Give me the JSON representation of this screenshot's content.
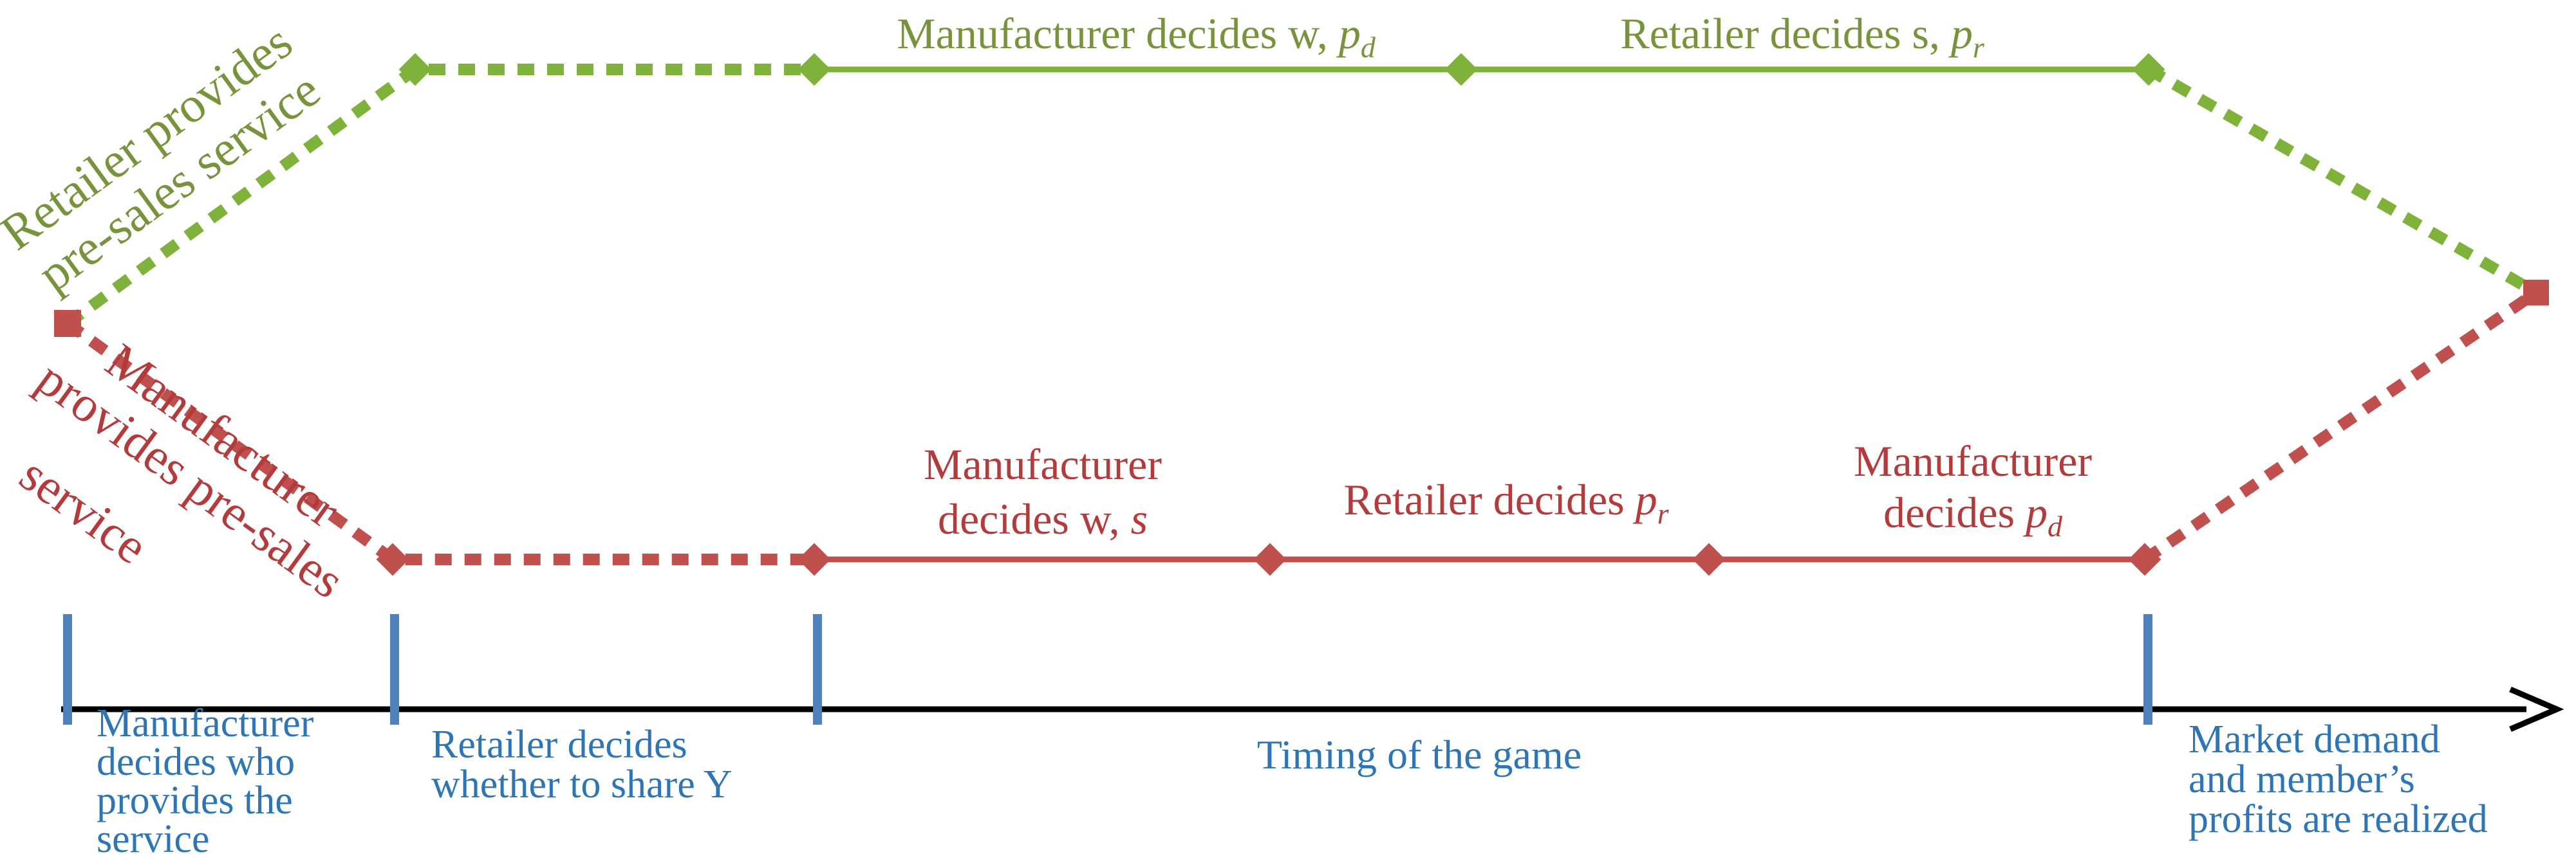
{
  "colors": {
    "green": "#7FB23A",
    "green_text": "#77933C",
    "red": "#C0504D",
    "red_text": "#B33B3B",
    "blue": "#4F81BD",
    "blue_text": "#2E75B6",
    "axis": "#000000"
  },
  "branches": {
    "retailer_service": {
      "label_line1": "Retailer provides",
      "label_line2": "pre-sales service",
      "stages": [
        {
          "prefix": "Manufacturer decides ",
          "vars": [
            {
              "v": "w",
              "sub": ""
            },
            {
              "v": "p",
              "sub": "d"
            }
          ]
        },
        {
          "prefix": "Retailer decides ",
          "vars": [
            {
              "v": "s",
              "sub": ""
            },
            {
              "v": "p",
              "sub": "r"
            }
          ]
        }
      ]
    },
    "manufacturer_service": {
      "label_line1": "Manufacturer",
      "label_line2": "provides pre-sales",
      "label_line3": "service",
      "stages": [
        {
          "line1": "Manufacturer",
          "prefix": "decides ",
          "vars": [
            {
              "v": "w",
              "sub": ""
            },
            {
              "v": "s",
              "sub": ""
            }
          ]
        },
        {
          "prefix": "Retailer decides ",
          "vars": [
            {
              "v": "p",
              "sub": "r"
            }
          ]
        },
        {
          "line1": "Manufacturer",
          "prefix": "decides ",
          "vars": [
            {
              "v": "p",
              "sub": "d"
            }
          ]
        }
      ]
    }
  },
  "timeline": {
    "axis_label": "Timing of the game",
    "stage1": [
      "Manufacturer",
      "decides who",
      "provides the",
      "service"
    ],
    "stage2": [
      "Retailer decides",
      "whether to share Y"
    ],
    "stage4": [
      "Market demand",
      "and member’s",
      "profits are realized"
    ]
  }
}
